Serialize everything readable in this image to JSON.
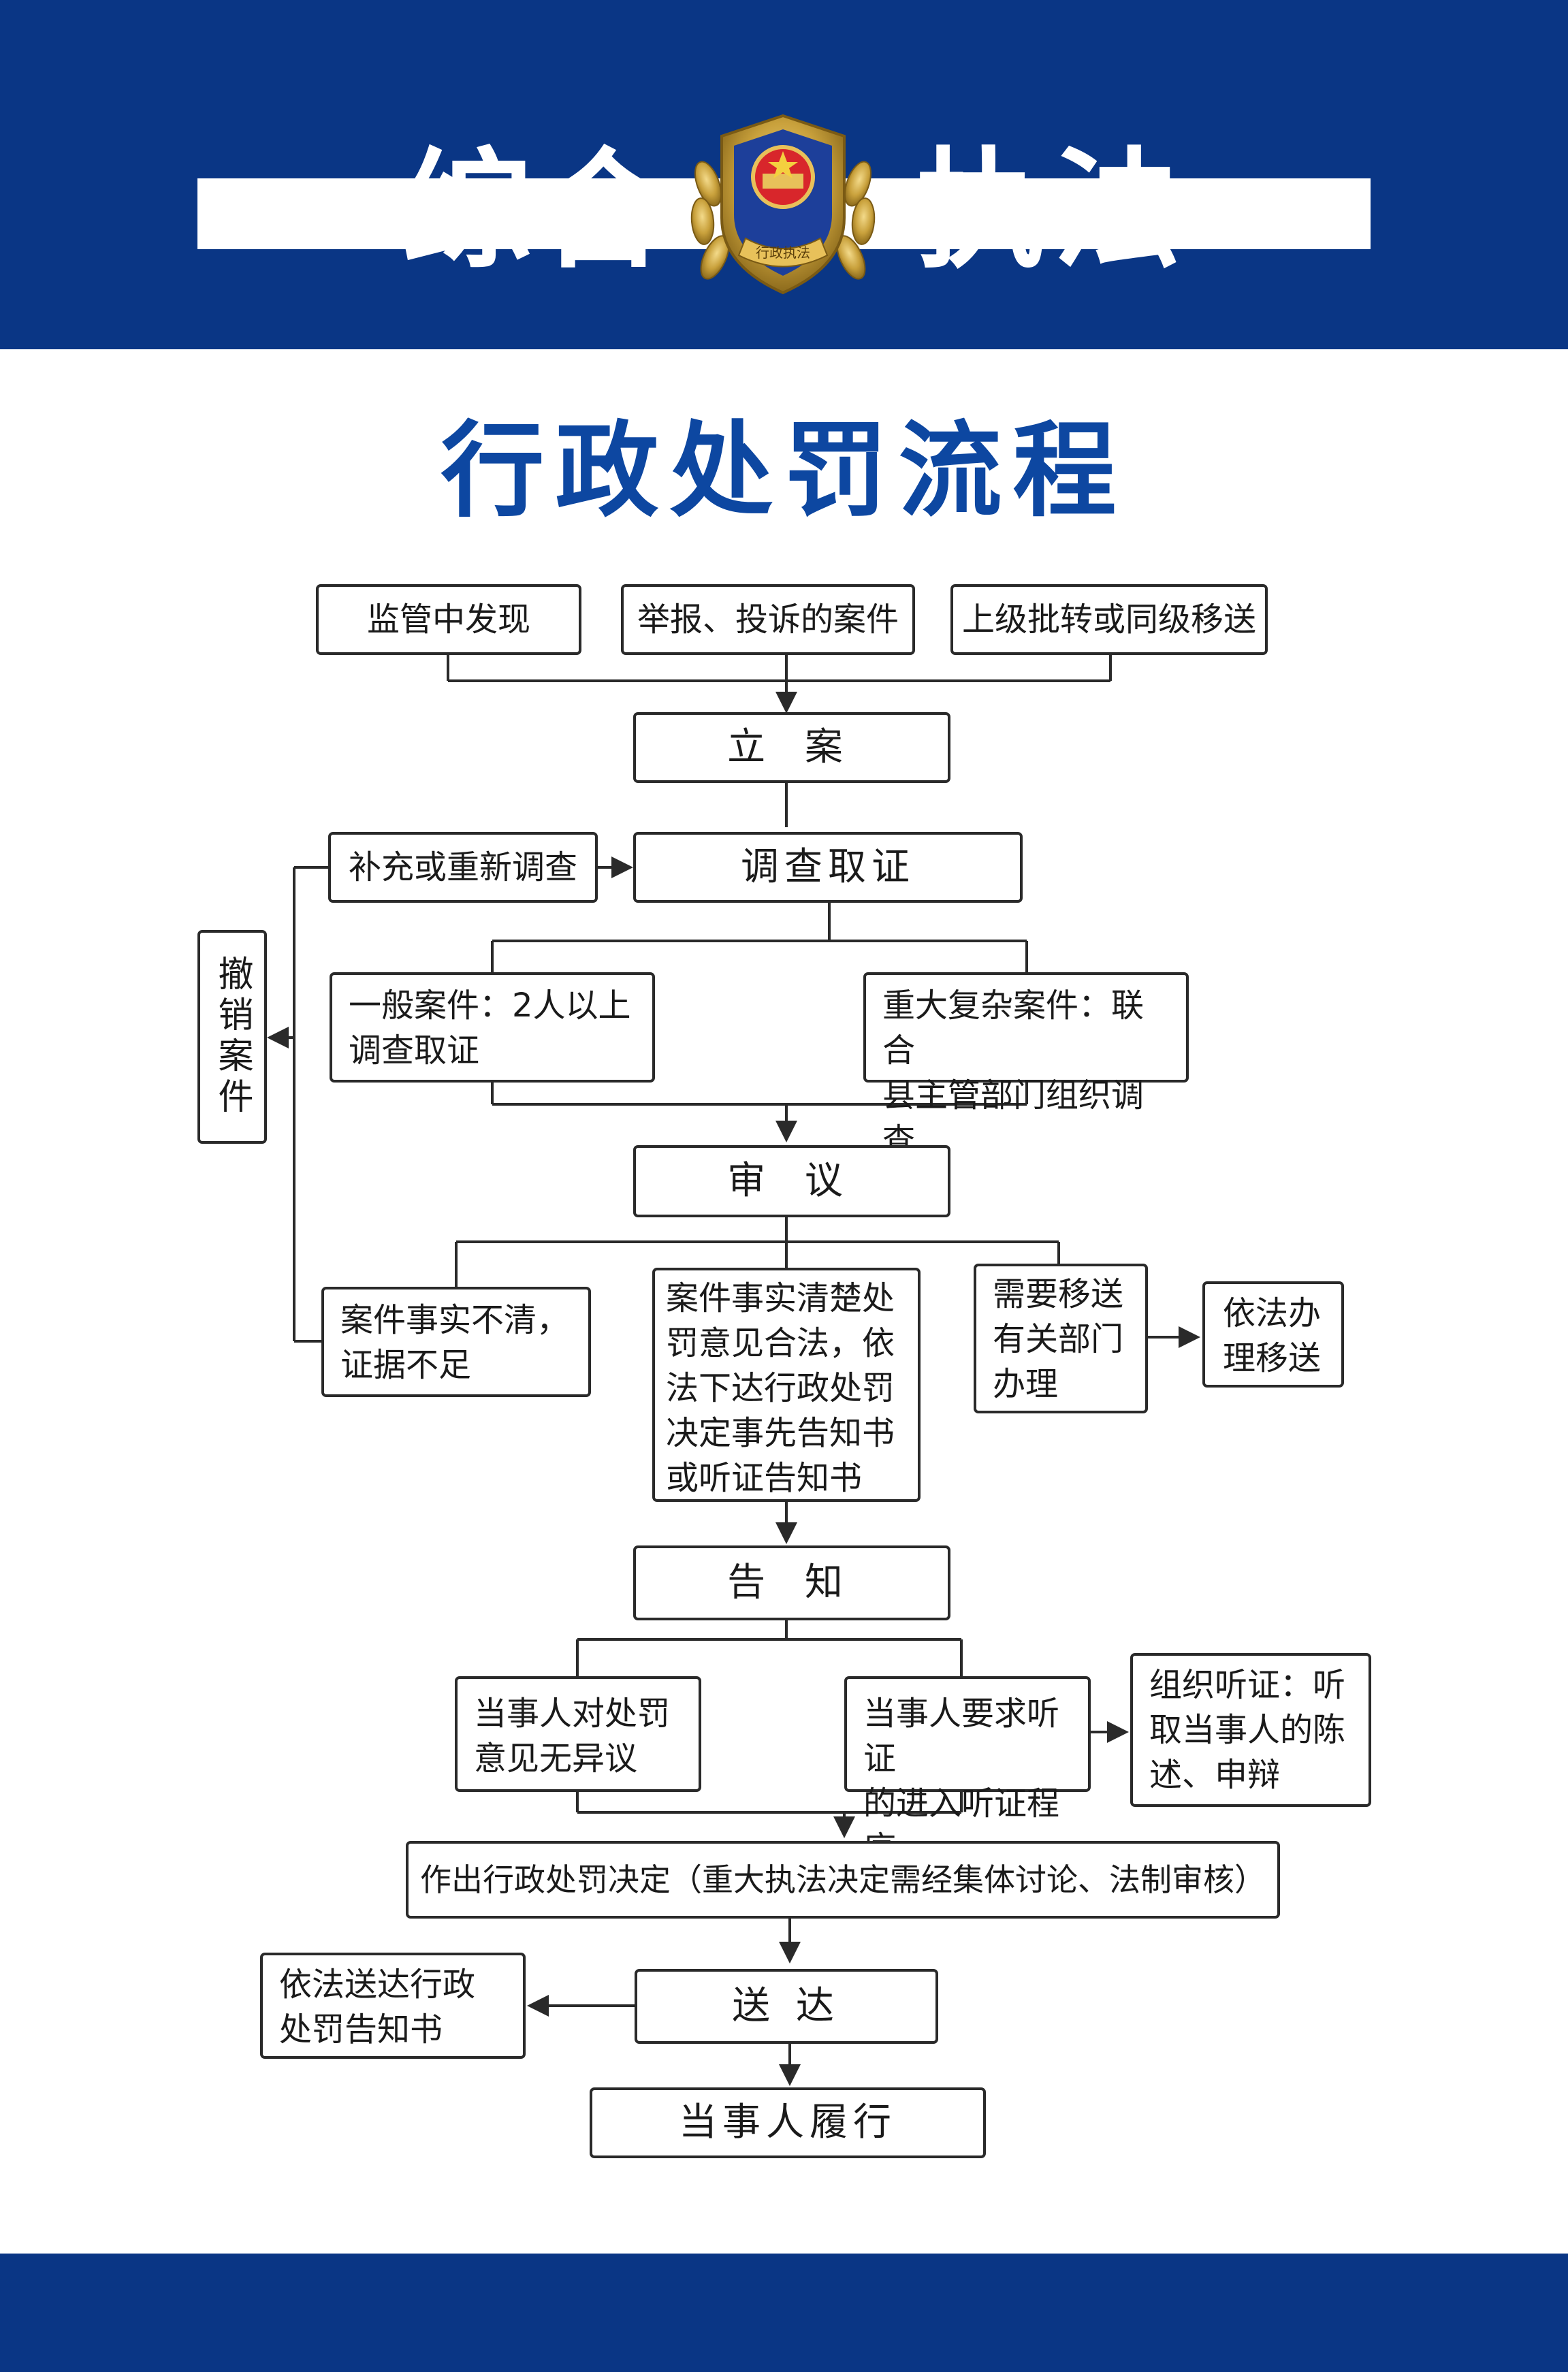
{
  "header": {
    "title_left": "综合",
    "title_right": "执法",
    "emblem_text": "行政执法",
    "colors": {
      "primary": "#0a3685",
      "title": "#0d47a1"
    }
  },
  "title": "行政处罚流程",
  "flow": {
    "sources": [
      "监管中发现",
      "举报、投诉的案件",
      "上级批转或同级移送"
    ],
    "filing": "立 案",
    "investigate": "调查取证",
    "supplement": "补充或重新调查",
    "revoke": "撤销案件",
    "general_case": [
      "一般案件：2人以上",
      "调查取证"
    ],
    "major_case": [
      "重大复杂案件：联合",
      "县主管部门组织调查"
    ],
    "review": "审 议",
    "unclear": [
      "案件事实不清，",
      "证据不足"
    ],
    "clear": [
      "案件事实清楚处",
      "罚意见合法，依",
      "法下达行政处罚",
      "决定事先告知书",
      "或听证告知书"
    ],
    "transfer": [
      "需要移送",
      "有关部门",
      "办理"
    ],
    "transfer_result": [
      "依法办",
      "理移送"
    ],
    "notify": "告 知",
    "no_objection": [
      "当事人对处罚",
      "意见无异议"
    ],
    "hearing_request": [
      "当事人要求听证",
      "的进入听证程序"
    ],
    "hearing": [
      "组织听证：听",
      "取当事人的陈",
      "述、申辩"
    ],
    "decision": "作出行政处罚决定（重大执法决定需经集体讨论、法制审核）",
    "serve": "送 达",
    "serve_note": [
      "依法送达行政",
      "处罚告知书"
    ],
    "perform": "当事人履行"
  }
}
